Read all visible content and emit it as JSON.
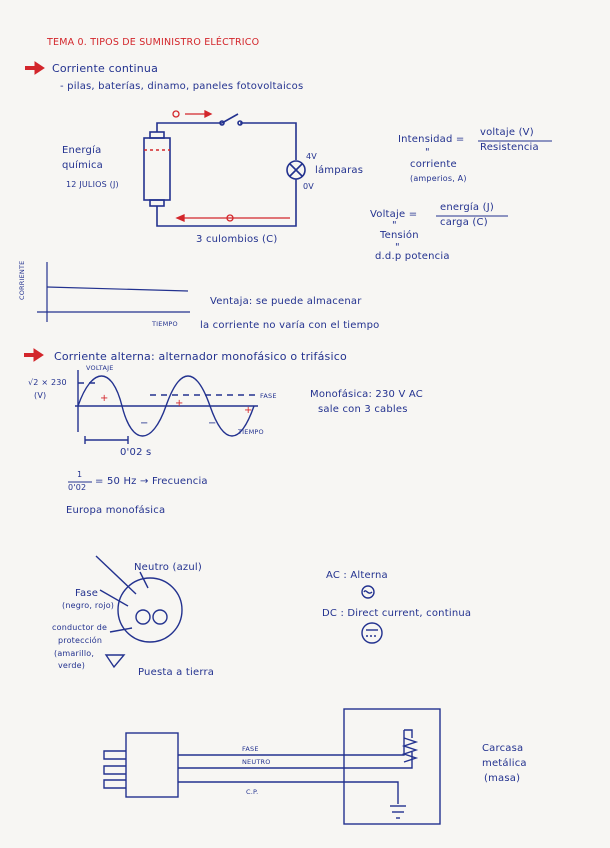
{
  "title": "TEMA 0. TIPOS DE SUMINISTRO ELÉCTRICO",
  "dc": {
    "heading": "Corriente continua",
    "sources": "- pilas, baterías, dinamo, paneles fotovoltaicos",
    "energy_label_1": "Energía",
    "energy_label_2": "química",
    "energy_value": "12 JULIOS (J)",
    "voltage_top": "4V",
    "voltage_bottom": "0V",
    "lamp_label": "lámparas",
    "charge_label": "3 culombios (C)",
    "formula_intensity_lhs": "Intensidad =",
    "formula_intensity_num": "voltaje (V)",
    "formula_intensity_den": "Resistencia",
    "formula_ditto_1": "\"",
    "current_label_1": "corriente",
    "current_label_2": "(amperios, A)",
    "formula_voltage_lhs": "Voltaje =",
    "formula_voltage_num": "energía (J)",
    "formula_voltage_den": "carga (C)",
    "formula_ditto_2": "\"",
    "tension_label": "Tensión",
    "formula_ditto_3": "\"",
    "ddp_label": "d.d.p potencia",
    "graph_y_label": "CORRIENTE",
    "graph_x_label": "TIEMPO",
    "advantage": "Ventaja: se puede almacenar",
    "no_variation": "la corriente no varía con el tiempo"
  },
  "ac": {
    "heading": "Corriente alterna: alternador monofásico o trifásico",
    "voltage_axis": "VOLTAJE",
    "peak_label": "√2 × 230",
    "peak_unit": "(V)",
    "phase_label": "FASE",
    "time_label": "TIEMPO",
    "plus": "+",
    "minus": "−",
    "period": "0'02 s",
    "mono_1": "Monofásica: 230 V AC",
    "mono_2": "sale con 3 cables",
    "freq_numerator": "1",
    "freq_denominator": "0'02",
    "freq_result": "= 50 Hz → Frecuencia",
    "europe": "Europa monofásica"
  },
  "socket": {
    "neutral": "Neutro (azul)",
    "phase_1": "Fase",
    "phase_2": "(negro, rojo)",
    "protection_1": "conductor de",
    "protection_2": "protección",
    "protection_3": "(amarillo,",
    "protection_4": "verde)",
    "ground": "Puesta a tierra",
    "ac_label": "AC : Alterna",
    "dc_label": "DC : Direct current, continua"
  },
  "appliance": {
    "phase": "FASE",
    "neutral": "NEUTRO",
    "cp": "C.P.",
    "casing_1": "Carcasa",
    "casing_2": "metálica",
    "casing_3": "(masa)"
  },
  "colors": {
    "ink_blue": "#23328f",
    "ink_red": "#d3262b",
    "paper": "#f7f6f3"
  }
}
